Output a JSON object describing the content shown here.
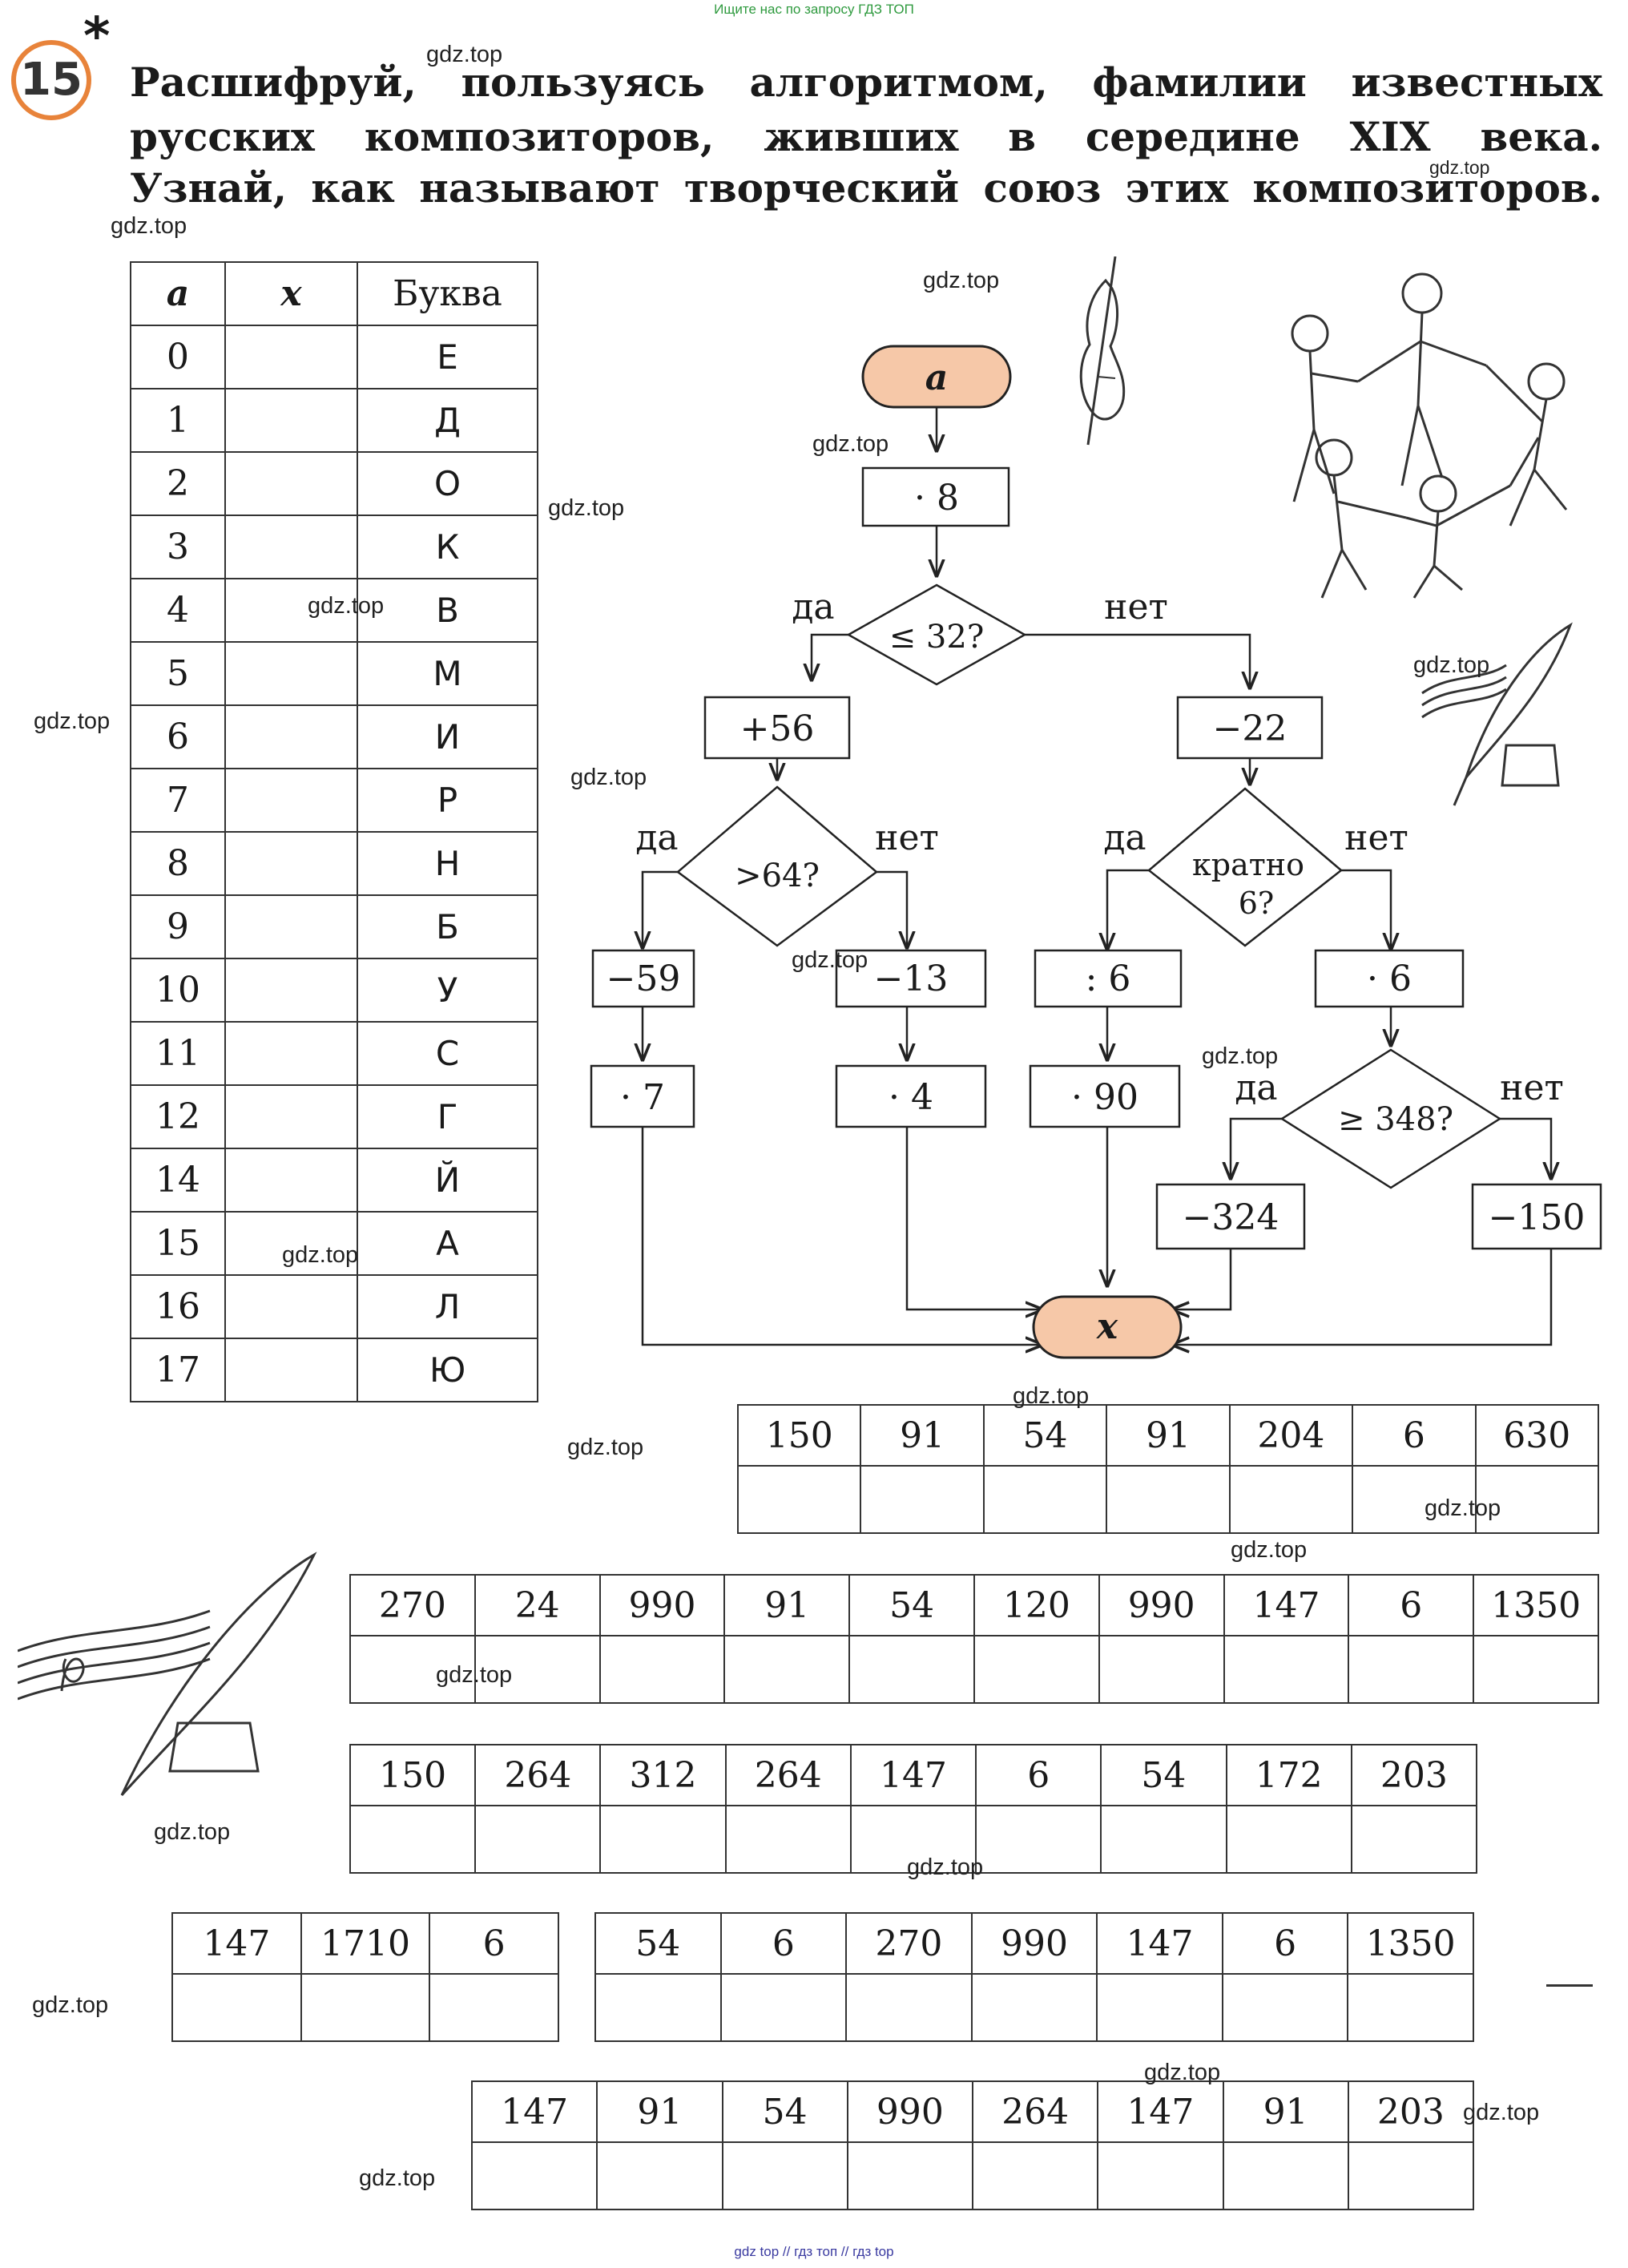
{
  "watermark_top": "Ищите нас по запросу ГДЗ ТОП",
  "watermark_bottom": "gdz top  //  гдз топ  //  гдз top",
  "watermark_label": "gdz.top",
  "task": {
    "number": "15",
    "star": "*",
    "lines": [
      "Расшифруй, пользуясь алгоритмом, фамилии известных",
      "русских композиторов, живших в середине XIX века.",
      "Узнай, как называют творческий союз этих композиторов."
    ]
  },
  "lookup": {
    "headers": [
      "a",
      "x",
      "Буква"
    ],
    "rows": [
      {
        "a": "0",
        "letter": "Е"
      },
      {
        "a": "1",
        "letter": "Д"
      },
      {
        "a": "2",
        "letter": "О"
      },
      {
        "a": "3",
        "letter": "К"
      },
      {
        "a": "4",
        "letter": "В"
      },
      {
        "a": "5",
        "letter": "М"
      },
      {
        "a": "6",
        "letter": "И"
      },
      {
        "a": "7",
        "letter": "Р"
      },
      {
        "a": "8",
        "letter": "Н"
      },
      {
        "a": "9",
        "letter": "Б"
      },
      {
        "a": "10",
        "letter": "У"
      },
      {
        "a": "11",
        "letter": "С"
      },
      {
        "a": "12",
        "letter": "Г"
      },
      {
        "a": "14",
        "letter": "Й"
      },
      {
        "a": "15",
        "letter": "А"
      },
      {
        "a": "16",
        "letter": "Л"
      },
      {
        "a": "17",
        "letter": "Ю"
      }
    ]
  },
  "flow": {
    "start": "a",
    "end": "x",
    "yes": "да",
    "no": "нет",
    "ops": {
      "mul8": "· 8",
      "le32": "≤ 32?",
      "plus56": "+56",
      "minus22": "−22",
      "gt64": ">64?",
      "mult6_line1": "кратно",
      "mult6_line2": "6?",
      "minus59": "−59",
      "minus13": "−13",
      "div6": ":  6",
      "mul6": "·  6",
      "mul7": "·  7",
      "mul4": "·  4",
      "mul90": "·  90",
      "ge348": "≥  348?",
      "minus324": "−324",
      "minus150": "−150"
    }
  },
  "codes": {
    "row1": [
      "150",
      "91",
      "54",
      "91",
      "204",
      "6",
      "630"
    ],
    "row2": [
      "270",
      "24",
      "990",
      "91",
      "54",
      "120",
      "990",
      "147",
      "6",
      "1350"
    ],
    "row3": [
      "150",
      "264",
      "312",
      "264",
      "147",
      "6",
      "54",
      "172",
      "203"
    ],
    "row4a": [
      "147",
      "1710",
      "6"
    ],
    "row4b": [
      "54",
      "6",
      "270",
      "990",
      "147",
      "6",
      "1350"
    ],
    "row5": [
      "147",
      "91",
      "54",
      "990",
      "264",
      "147",
      "91",
      "203"
    ]
  }
}
